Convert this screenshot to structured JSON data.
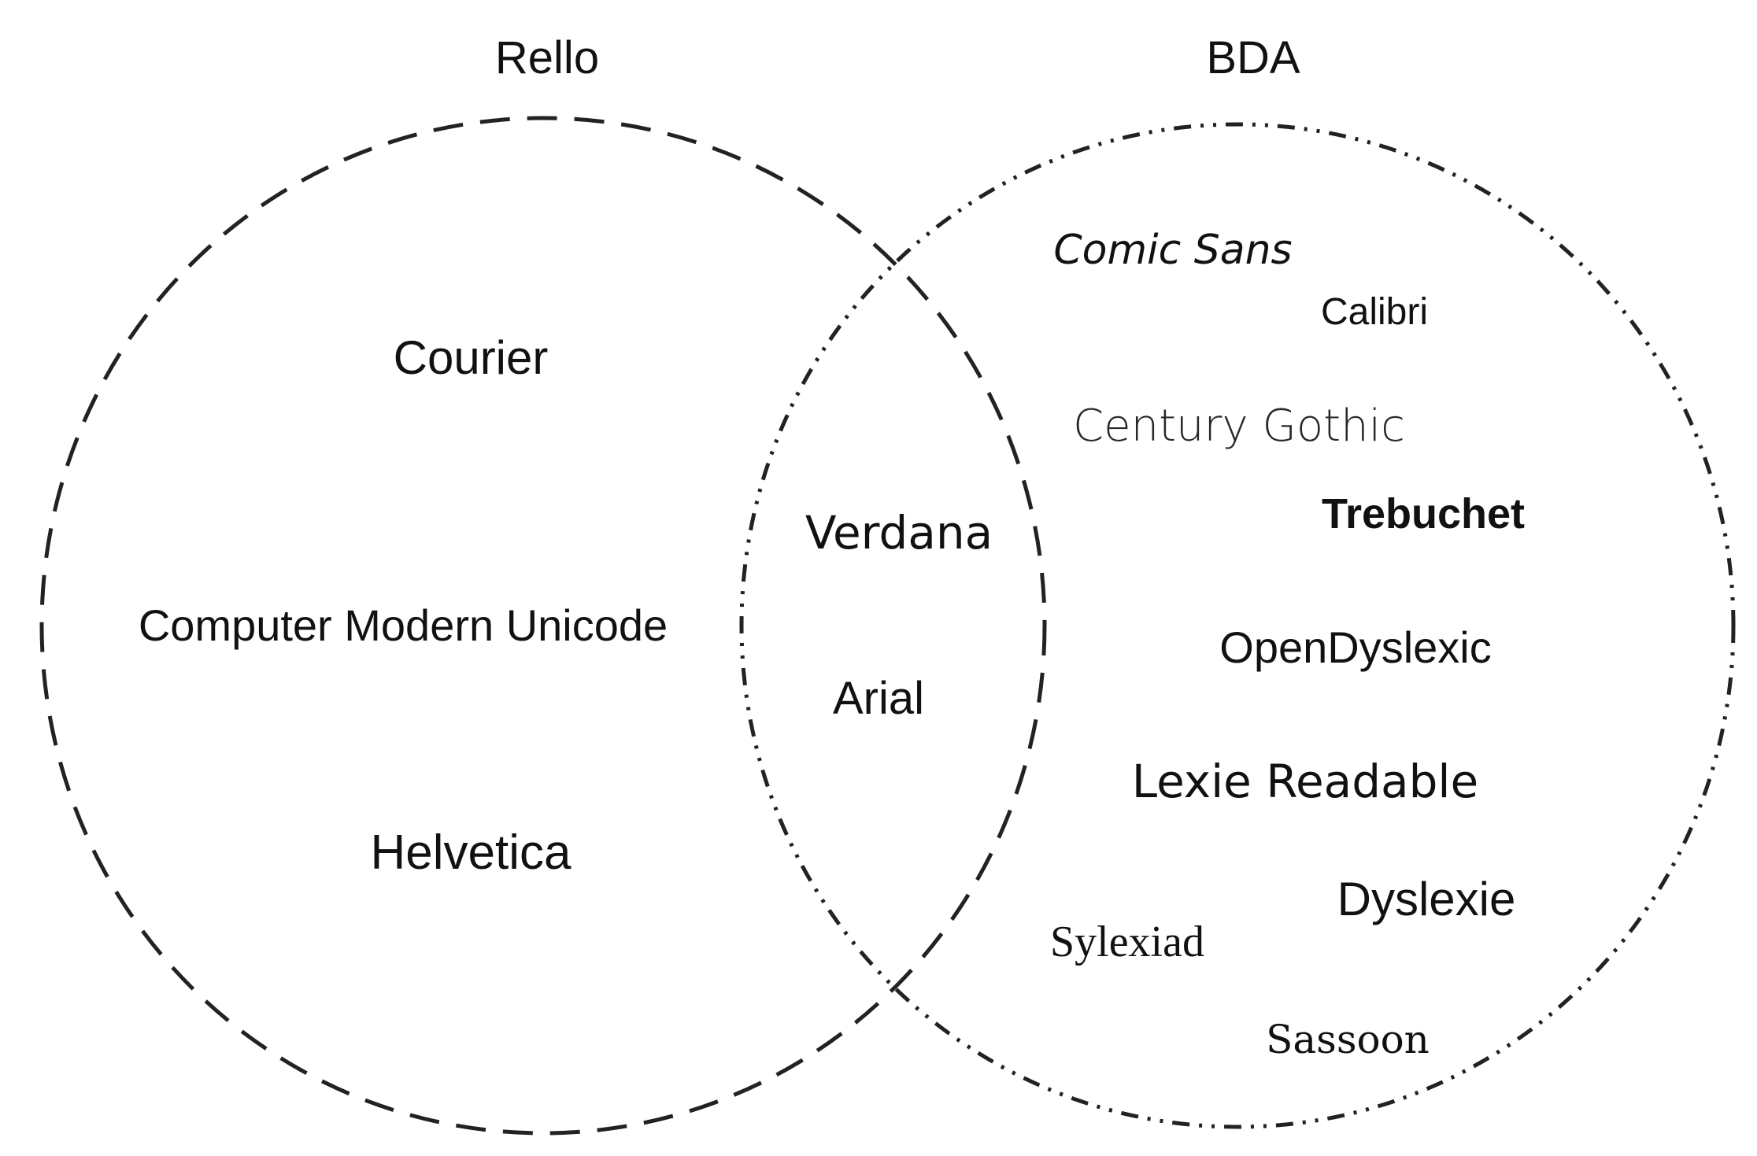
{
  "sets": {
    "left": {
      "title": "Rello",
      "border_style": "dashed"
    },
    "right": {
      "title": "BDA",
      "border_style": "dash-dot-dot"
    }
  },
  "regions": {
    "left_only": [
      "Courier",
      "Computer Modern Unicode",
      "Helvetica"
    ],
    "intersection": [
      "Verdana",
      "Arial"
    ],
    "right_only": [
      "Comic Sans",
      "Calibri",
      "Century Gothic",
      "Trebuchet",
      "OpenDyslexic",
      "Lexie Readable",
      "Dyslexie",
      "Sylexiad",
      "Sassoon"
    ]
  },
  "colors": {
    "stroke": "#222222",
    "text": "#111111",
    "background": "#ffffff"
  }
}
